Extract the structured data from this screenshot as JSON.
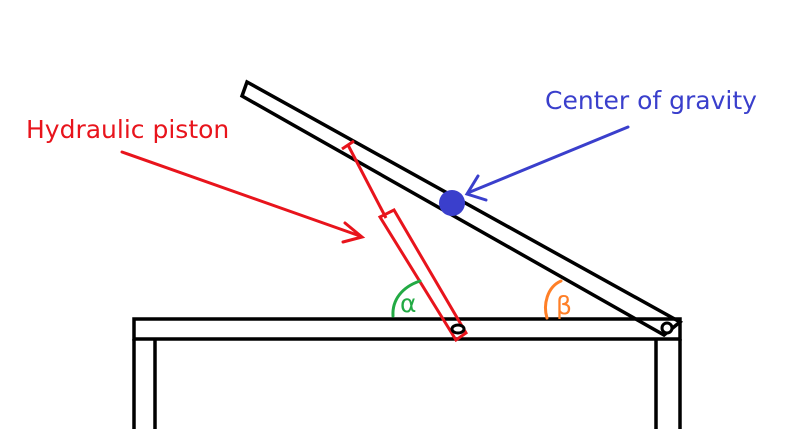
{
  "diagram": {
    "labels": {
      "piston": "Hydraulic piston",
      "center_of_gravity": "Center of gravity",
      "alpha": "α",
      "beta": "β"
    },
    "colors": {
      "piston": "#e8141c",
      "center_of_gravity": "#3a3fcc",
      "alpha": "#22aa44",
      "beta": "#ff7f27",
      "structure": "#000000"
    }
  }
}
